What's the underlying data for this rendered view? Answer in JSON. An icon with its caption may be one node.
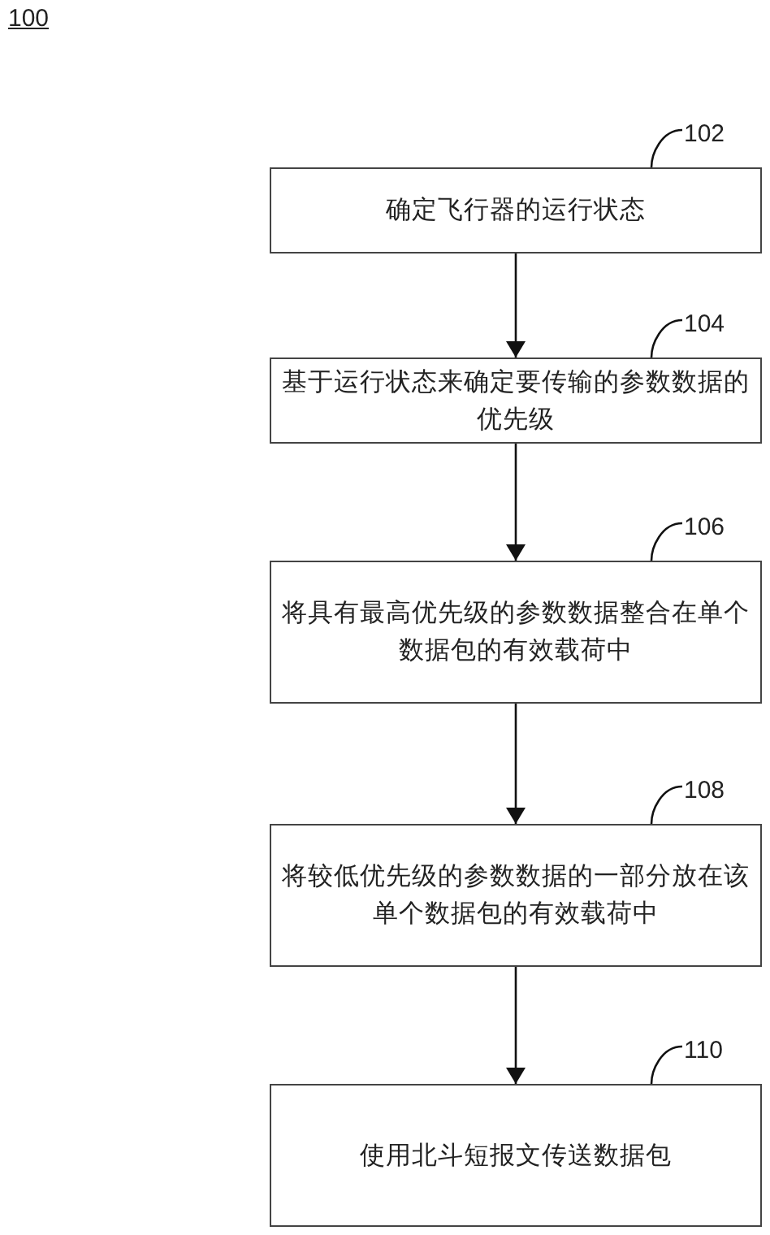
{
  "diagram": {
    "nodes": [
      {
        "text": [
          "102"
        ]
      },
      {
        "text": [
          "确定飞行器的运行状态"
        ]
      },
      {
        "text": [
          "104"
        ]
      },
      {
        "text": [
          "基于运行状态来确定要传输的参数数据的优先级"
        ]
      },
      {
        "text": [
          "106"
        ]
      },
      {
        "text": [
          "将具有最高优先级的参数数据整合在单个数据包的有效载荷中"
        ]
      },
      {
        "text": [
          "108"
        ]
      },
      {
        "text": [
          "将较低优先级的参数数据的一部分放在该单个数据包的有效载荷中"
        ]
      },
      {
        "text": [
          "110"
        ]
      },
      {
        "text": [
          "使用北斗短报文传送数据包"
        ]
      }
    ],
    "edges": [
      {
        "from": 0,
        "to": 1,
        "arrow": "none"
      },
      {
        "from": 2,
        "to": 3,
        "arrow": "none"
      },
      {
        "from": 4,
        "to": 5,
        "arrow": "none"
      },
      {
        "from": 6,
        "to": 7,
        "arrow": "none"
      },
      {
        "from": 8,
        "to": 9,
        "arrow": "none"
      },
      {
        "from": 1,
        "to": 3,
        "arrow": "to"
      },
      {
        "from": 3,
        "to": 5,
        "arrow": "to"
      },
      {
        "from": 5,
        "to": 7,
        "arrow": "to"
      },
      {
        "from": 7,
        "to": 9,
        "arrow": "to"
      }
    ],
    "labels": [
      "100"
    ]
  }
}
